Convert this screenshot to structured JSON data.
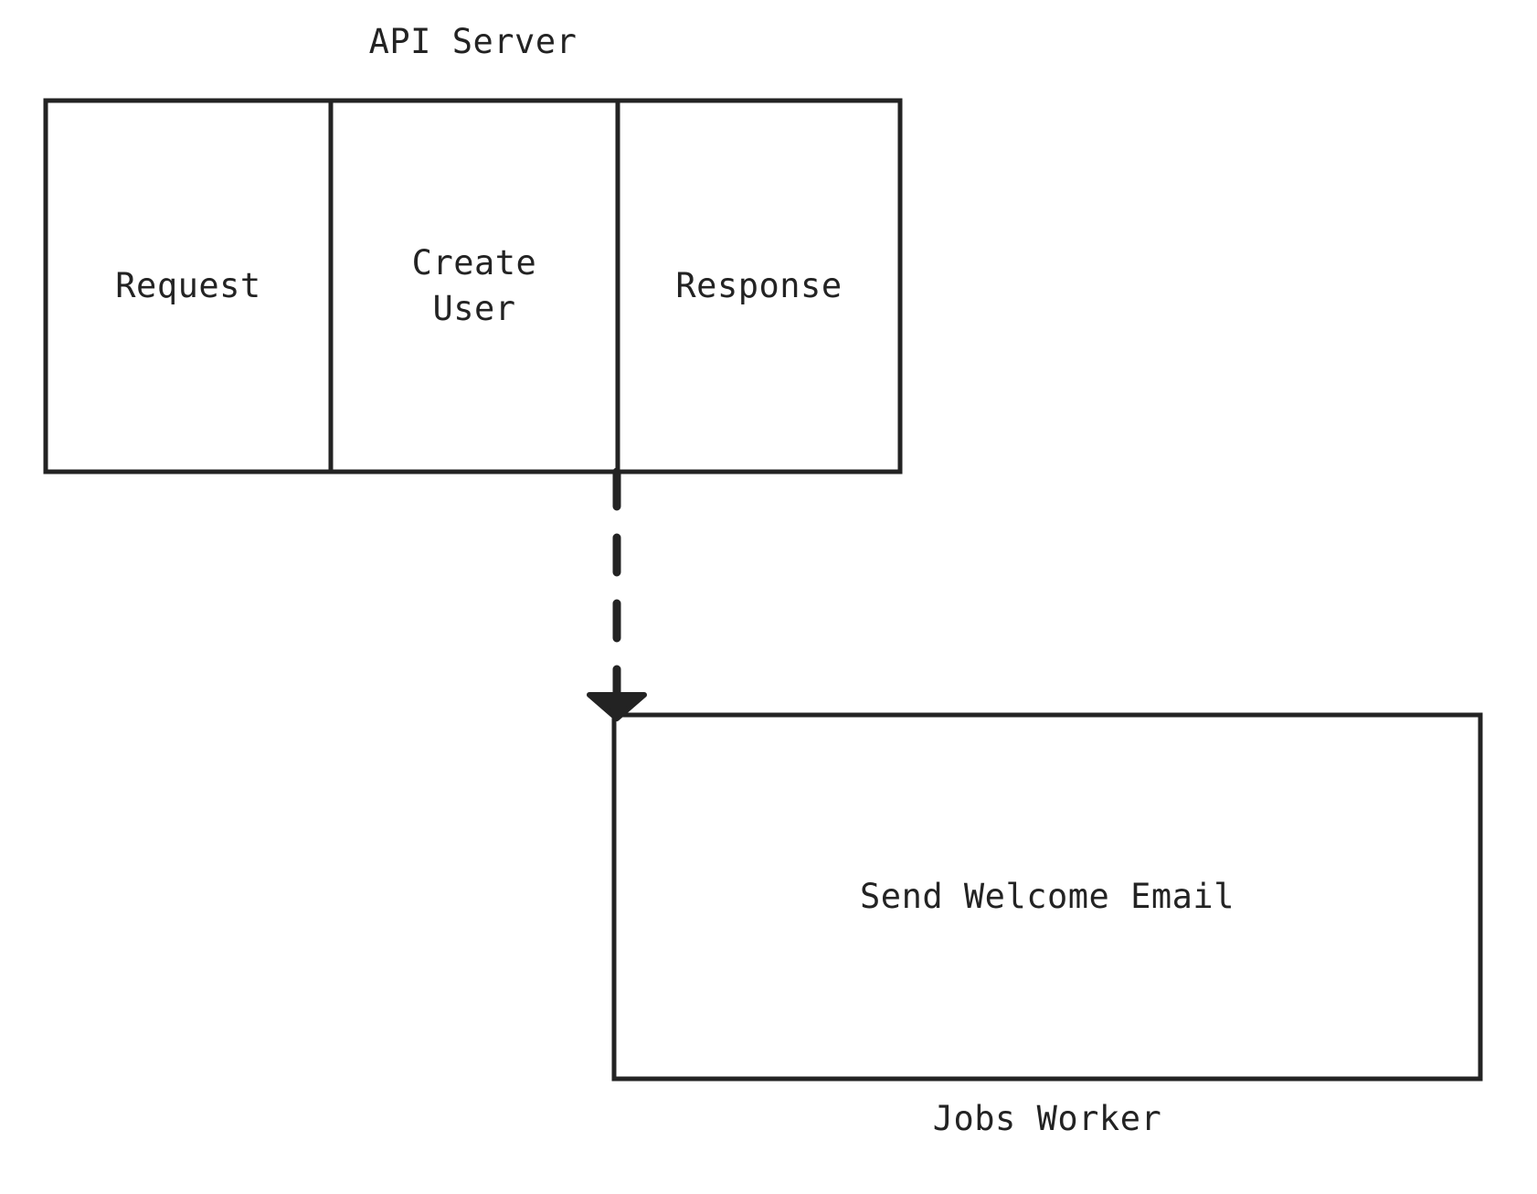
{
  "diagram": {
    "type": "flow-diagram",
    "background_color": "#ffffff",
    "stroke_color": "#232323",
    "text_color": "#232323",
    "lanes": [
      {
        "id": "api-server",
        "title": "API Server",
        "title_position": "top",
        "cells": [
          {
            "id": "request",
            "label": "Request"
          },
          {
            "id": "create-user",
            "label": "Create\nUser"
          },
          {
            "id": "response",
            "label": "Response"
          }
        ]
      },
      {
        "id": "jobs-worker",
        "title": "Jobs Worker",
        "title_position": "bottom",
        "cells": [
          {
            "id": "send-welcome-email",
            "label": "Send Welcome Email"
          }
        ]
      }
    ],
    "connector": {
      "id": "async-dispatch",
      "style": "dashed",
      "arrowhead": "solid-triangle",
      "direction": "down",
      "from": "api-server.response-boundary",
      "to": "jobs-worker.send-welcome-email",
      "label": ""
    }
  }
}
